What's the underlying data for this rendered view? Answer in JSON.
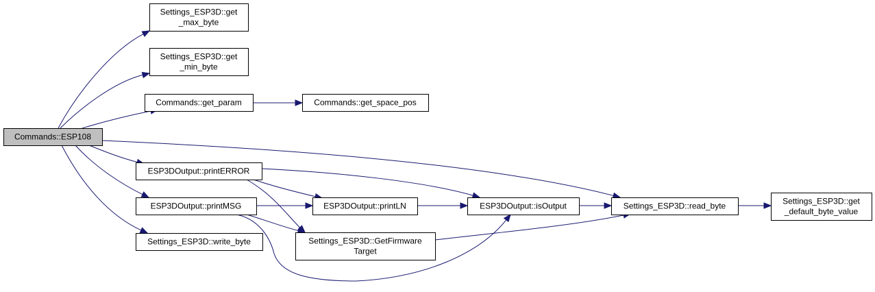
{
  "nodes": [
    {
      "id": "root",
      "lines": [
        "Commands::ESP108"
      ],
      "root": true
    },
    {
      "id": "get_max_byte",
      "lines": [
        "Settings_ESP3D::get",
        "_max_byte"
      ]
    },
    {
      "id": "get_min_byte",
      "lines": [
        "Settings_ESP3D::get",
        "_min_byte"
      ]
    },
    {
      "id": "get_param",
      "lines": [
        "Commands::get_param"
      ]
    },
    {
      "id": "get_space_pos",
      "lines": [
        "Commands::get_space_pos"
      ]
    },
    {
      "id": "printERROR",
      "lines": [
        "ESP3DOutput::printERROR"
      ]
    },
    {
      "id": "printMSG",
      "lines": [
        "ESP3DOutput::printMSG"
      ]
    },
    {
      "id": "write_byte",
      "lines": [
        "Settings_ESP3D::write_byte"
      ]
    },
    {
      "id": "printLN",
      "lines": [
        "ESP3DOutput::printLN"
      ]
    },
    {
      "id": "GetFirmwareTarget",
      "lines": [
        "Settings_ESP3D::GetFirmware",
        "Target"
      ]
    },
    {
      "id": "isOutput",
      "lines": [
        "ESP3DOutput::isOutput"
      ]
    },
    {
      "id": "read_byte",
      "lines": [
        "Settings_ESP3D::read_byte"
      ]
    },
    {
      "id": "get_default_byte_value",
      "lines": [
        "Settings_ESP3D::get",
        "_default_byte_value"
      ]
    }
  ],
  "edges": [
    {
      "from": "root",
      "to": "get_max_byte"
    },
    {
      "from": "root",
      "to": "get_min_byte"
    },
    {
      "from": "root",
      "to": "get_param"
    },
    {
      "from": "root",
      "to": "read_byte"
    },
    {
      "from": "root",
      "to": "printERROR"
    },
    {
      "from": "root",
      "to": "printMSG"
    },
    {
      "from": "root",
      "to": "write_byte"
    },
    {
      "from": "get_param",
      "to": "get_space_pos"
    },
    {
      "from": "printERROR",
      "to": "isOutput"
    },
    {
      "from": "printERROR",
      "to": "printLN"
    },
    {
      "from": "printERROR",
      "to": "GetFirmwareTarget"
    },
    {
      "from": "printMSG",
      "to": "printLN"
    },
    {
      "from": "printMSG",
      "to": "GetFirmwareTarget"
    },
    {
      "from": "printMSG",
      "to": "isOutput"
    },
    {
      "from": "printLN",
      "to": "isOutput"
    },
    {
      "from": "isOutput",
      "to": "read_byte"
    },
    {
      "from": "GetFirmwareTarget",
      "to": "read_byte"
    },
    {
      "from": "read_byte",
      "to": "get_default_byte_value"
    }
  ],
  "colors": {
    "edge": "#191970",
    "root_fill": "#bfbfbf",
    "node_fill": "#ffffff",
    "border": "#000000"
  }
}
